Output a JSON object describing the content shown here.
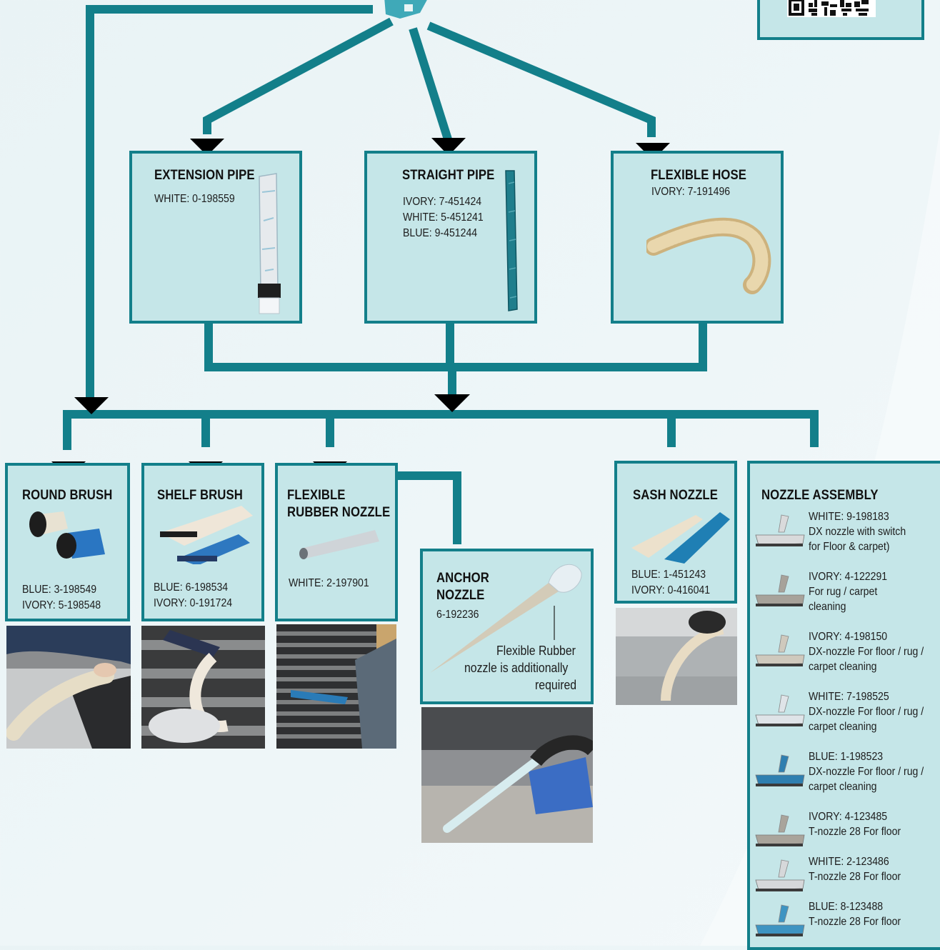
{
  "colors": {
    "connector": "#137f8a",
    "box_fill": "#c5e6e8",
    "arrow": "#000000"
  },
  "parts": {
    "extension_pipe": {
      "title": "EXTENSION PIPE",
      "lines": [
        "WHITE: 0-198559"
      ]
    },
    "straight_pipe": {
      "title": "STRAIGHT PIPE",
      "lines": [
        "IVORY: 7-451424",
        "WHITE: 5-451241",
        "BLUE: 9-451244"
      ]
    },
    "flexible_hose": {
      "title": "FLEXIBLE HOSE",
      "lines": [
        "IVORY: 7-191496"
      ]
    },
    "round_brush": {
      "title": "ROUND BRUSH",
      "lines": [
        "BLUE: 3-198549",
        "IVORY: 5-198548"
      ]
    },
    "shelf_brush": {
      "title": "SHELF BRUSH",
      "lines": [
        "BLUE: 6-198534",
        "IVORY: 0-191724"
      ]
    },
    "flexible_rubber_nozzle": {
      "title_lines": [
        "FLEXIBLE",
        "RUBBER NOZZLE"
      ],
      "lines": [
        "WHITE: 2-197901"
      ]
    },
    "anchor_nozzle": {
      "title_lines": [
        "ANCHOR",
        "NOZZLE"
      ],
      "lines": [
        "6-192236"
      ],
      "note_lines": [
        "Flexible Rubber",
        "nozzle is additionally",
        "required"
      ]
    },
    "sash_nozzle": {
      "title": "SASH NOZZLE",
      "lines": [
        "BLUE: 1-451243",
        "IVORY: 0-416041"
      ]
    },
    "nozzle_assembly": {
      "title": "NOZZLE ASSEMBLY",
      "items": [
        {
          "lines": [
            "WHITE: 9-198183",
            "DX nozzle with switch",
            "for Floor & carpet)"
          ],
          "color": "#d9dadb"
        },
        {
          "lines": [
            "IVORY: 4-122291",
            "For rug / carpet",
            "cleaning"
          ],
          "color": "#a7a29a"
        },
        {
          "lines": [
            "IVORY: 4-198150",
            "DX-nozzle For floor / rug /",
            "carpet cleaning"
          ],
          "color": "#cfc9bd"
        },
        {
          "lines": [
            "WHITE: 7-198525",
            "DX-nozzle For floor / rug /",
            "carpet cleaning"
          ],
          "color": "#dfe4e8"
        },
        {
          "lines": [
            "BLUE: 1-198523",
            "DX-nozzle For floor / rug /",
            "carpet cleaning"
          ],
          "color": "#2f7fb0"
        },
        {
          "lines": [
            "IVORY: 4-123485",
            "T-nozzle 28 For floor"
          ],
          "color": "#a9a49b"
        },
        {
          "lines": [
            "WHITE: 2-123486",
            "T-nozzle 28 For floor"
          ],
          "color": "#d6d8da"
        },
        {
          "lines": [
            "BLUE: 8-123488",
            "T-nozzle 28 For floor"
          ],
          "color": "#3e94c2"
        }
      ]
    }
  }
}
